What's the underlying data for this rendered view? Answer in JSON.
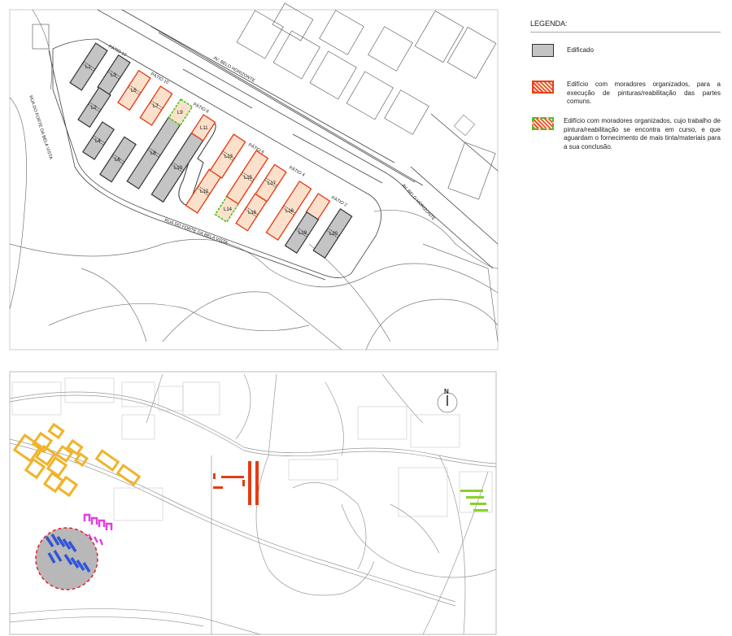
{
  "colors": {
    "edificado_fill": "#c4c4c4",
    "edificado_stroke": "#333333",
    "organizado_fill": "#fbe1cc",
    "organizado_stroke": "#e8401c",
    "em_curso_stroke": "#49c21e",
    "cluster_orange": "#f0b429",
    "cluster_magenta": "#e040e0",
    "cluster_blue": "#2f55d8",
    "cluster_red": "#e53b12",
    "cluster_green": "#8ad12a",
    "circle_dash": "#e0202a"
  },
  "legend": {
    "title": "LEGENDA:",
    "items": [
      {
        "status": "edificado",
        "text": "Edificado"
      },
      {
        "status": "organizado",
        "text": "Edifício com moradores organizados, para a execução de pinturas/reabilitação das partes comuns."
      },
      {
        "status": "em_curso",
        "text": "Edifício com moradores organizados, cujo trabalho de pintura/reabilitação se encontra em curso, e que aguardam o fornecimento de mais tinta/materiais para a sua conclusão."
      }
    ]
  },
  "site_plan": {
    "streets": {
      "av_belo_horizonte_1": "AV. BELO HORIZONTE",
      "av_belo_horizonte_2": "AV. BELO HORIZONTE",
      "rua_forte_1": "RUA DO FORTE DA BELA VISTA",
      "rua_forte_2": "RUA DO FORTE DA BELA VISTA"
    },
    "patios": [
      "PÁTIO 12",
      "PÁTIO 10",
      "PÁTIO 8",
      "PÁTIO 6",
      "PÁTIO 4",
      "PÁTIO 2"
    ],
    "buildings": [
      {
        "id": "L1",
        "label": "L1",
        "status": "edificado"
      },
      {
        "id": "L3",
        "label": "L3",
        "status": "edificado"
      },
      {
        "id": "L2",
        "label": "L2",
        "status": "edificado"
      },
      {
        "id": "L4",
        "label": "L4",
        "status": "edificado"
      },
      {
        "id": "L5",
        "label": "L5",
        "status": "organizado"
      },
      {
        "id": "L6",
        "label": "L6",
        "status": "edificado"
      },
      {
        "id": "L7",
        "label": "L7",
        "status": "organizado"
      },
      {
        "id": "L8",
        "label": "L8",
        "status": "edificado"
      },
      {
        "id": "L9",
        "label": "L9",
        "status": "em_curso"
      },
      {
        "id": "L10",
        "label": "L10",
        "status": "edificado"
      },
      {
        "id": "L11",
        "label": "L11",
        "status": "organizado"
      },
      {
        "id": "L12",
        "label": "L12",
        "status": "organizado"
      },
      {
        "id": "L13",
        "label": "L13",
        "status": "organizado"
      },
      {
        "id": "L14",
        "label": "L14",
        "status": "em_curso"
      },
      {
        "id": "L15",
        "label": "L15",
        "status": "organizado"
      },
      {
        "id": "L16",
        "label": "L16",
        "status": "organizado"
      },
      {
        "id": "L17",
        "label": "L17",
        "status": "organizado"
      },
      {
        "id": "L18",
        "label": "L18",
        "status": "organizado"
      },
      {
        "id": "L19a",
        "label": "",
        "status": "organizado"
      },
      {
        "id": "L19",
        "label": "L19",
        "status": "edificado"
      },
      {
        "id": "L20",
        "label": "L20",
        "status": "edificado"
      }
    ]
  },
  "location_map": {
    "north_label": "N"
  }
}
